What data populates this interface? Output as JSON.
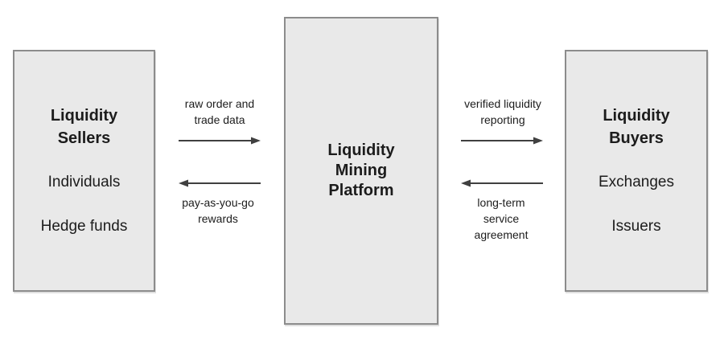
{
  "diagram": {
    "boxes": {
      "sellers": {
        "title": "Liquidity\nSellers",
        "items": [
          "Individuals",
          "Hedge funds"
        ]
      },
      "platform": {
        "title": "Liquidity\nMining\nPlatform"
      },
      "buyers": {
        "title": "Liquidity\nBuyers",
        "items": [
          "Exchanges",
          "Issuers"
        ]
      }
    },
    "flows": {
      "sellers_to_platform": {
        "label": "raw order and\ntrade data",
        "direction": "right"
      },
      "platform_to_sellers": {
        "label": "pay-as-you-go\nrewards",
        "direction": "left"
      },
      "platform_to_buyers": {
        "label": "verified liquidity\nreporting",
        "direction": "right"
      },
      "buyers_to_platform": {
        "label": "long-term\nservice\nagreement",
        "direction": "left"
      }
    },
    "colors": {
      "box_fill": "#e9e9e9",
      "box_border": "#8c8c8c",
      "arrow": "#404040",
      "text": "#1c1c1c",
      "background": "#ffffff"
    }
  }
}
